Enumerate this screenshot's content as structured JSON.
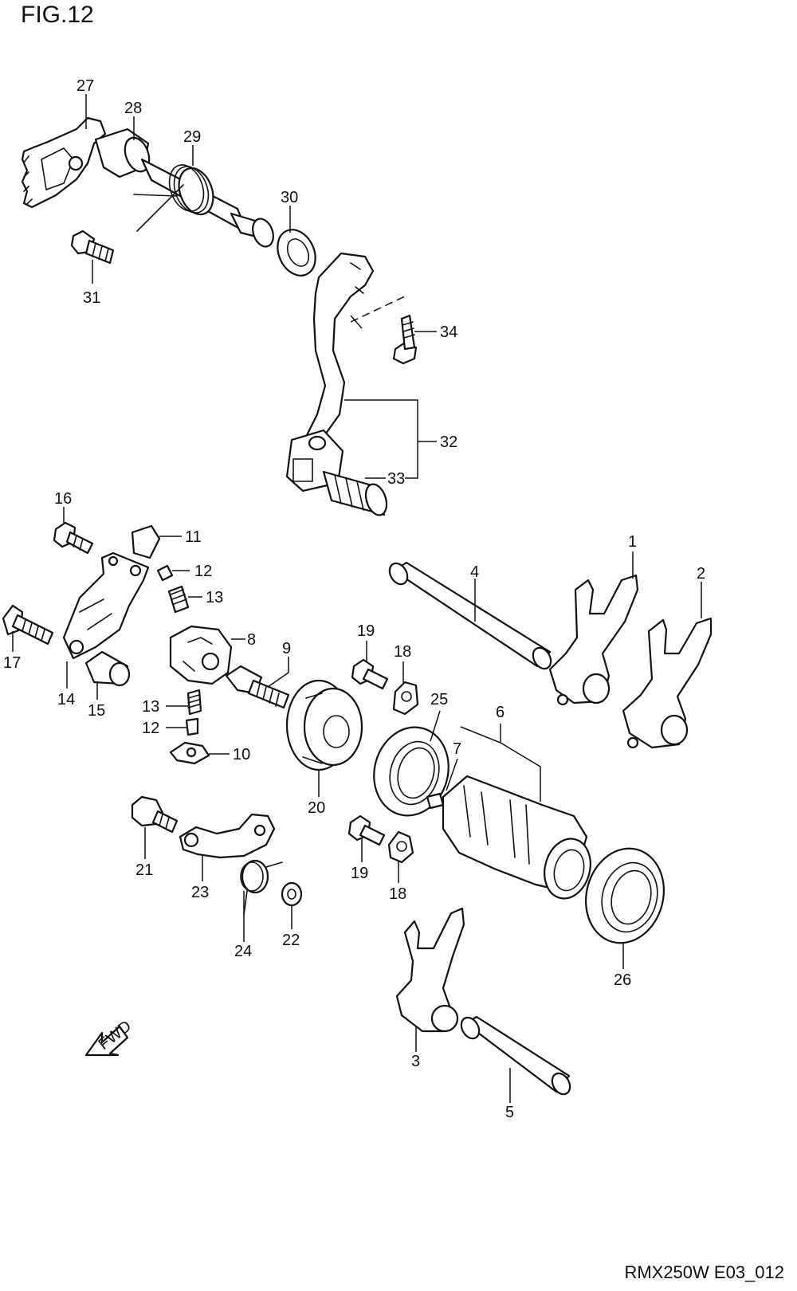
{
  "figure": {
    "title": "FIG.12",
    "code": "RMX250W E03_012"
  },
  "forward_marker": {
    "label": "FWD",
    "icon": "forward-arrow-icon"
  },
  "callouts": {
    "c1": "1",
    "c2": "2",
    "c3": "3",
    "c4": "4",
    "c5": "5",
    "c6": "6",
    "c7": "7",
    "c8": "8",
    "c9": "9",
    "c10": "10",
    "c11": "11",
    "c12a": "12",
    "c12b": "12",
    "c13a": "13",
    "c13b": "13",
    "c14": "14",
    "c15": "15",
    "c16": "16",
    "c17": "17",
    "c18a": "18",
    "c18b": "18",
    "c19a": "19",
    "c19b": "19",
    "c20": "20",
    "c21": "21",
    "c22": "22",
    "c23": "23",
    "c24": "24",
    "c25": "25",
    "c26": "26",
    "c27": "27",
    "c28": "28",
    "c29": "29",
    "c30": "30",
    "c31": "31",
    "c32": "32",
    "c33": "33",
    "c34": "34"
  }
}
